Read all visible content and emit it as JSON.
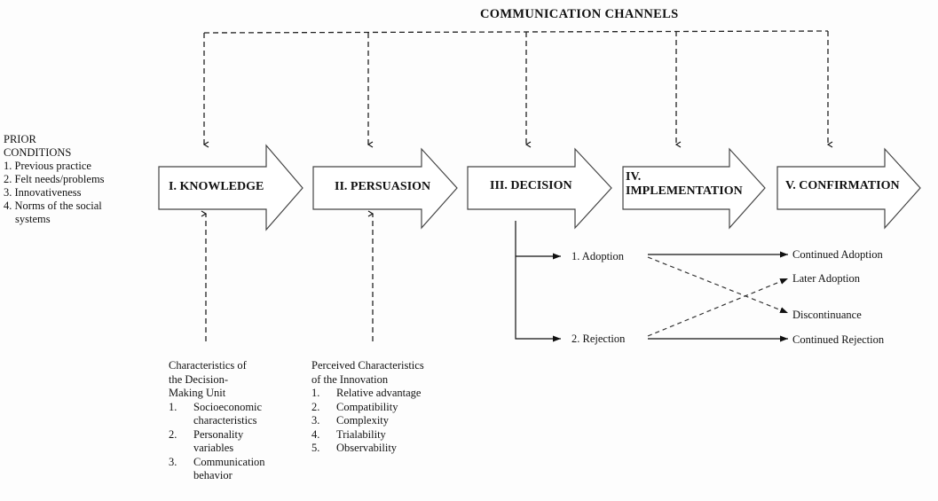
{
  "title": "COMMUNICATION CHANNELS",
  "prior_conditions": {
    "heading_lines": [
      "PRIOR",
      "CONDITIONS"
    ],
    "items": [
      "1. Previous practice",
      "2. Felt needs/problems",
      "3. Innovativeness",
      "4. Norms of the social",
      "systems"
    ]
  },
  "stages": [
    {
      "label_lines": [
        "I. KNOWLEDGE"
      ]
    },
    {
      "label_lines": [
        "II. PERSUASION"
      ]
    },
    {
      "label_lines": [
        "III. DECISION"
      ]
    },
    {
      "label_lines": [
        "IV.",
        "IMPLEMENTATION"
      ]
    },
    {
      "label_lines": [
        "V. CONFIRMATION"
      ]
    }
  ],
  "decision_unit": {
    "heading_lines": [
      "Characteristics of",
      "the Decision-",
      "Making Unit"
    ],
    "items": [
      {
        "num": "1.",
        "lines": [
          "Socioeconomic",
          "characteristics"
        ]
      },
      {
        "num": "2.",
        "lines": [
          "Personality",
          "variables"
        ]
      },
      {
        "num": "3.",
        "lines": [
          "Communication",
          "behavior"
        ]
      }
    ]
  },
  "innovation": {
    "heading_lines": [
      "Perceived Characteristics",
      "of the Innovation"
    ],
    "items": [
      {
        "num": "1.",
        "text": "Relative advantage"
      },
      {
        "num": "2.",
        "text": "Compatibility"
      },
      {
        "num": "3.",
        "text": "Complexity"
      },
      {
        "num": "4.",
        "text": "Trialability"
      },
      {
        "num": "5.",
        "text": "Observability"
      }
    ]
  },
  "decisions": {
    "adoption": "1. Adoption",
    "rejection": "2. Rejection"
  },
  "outcomes": {
    "continued_adoption": "Continued Adoption",
    "later_adoption": "Later Adoption",
    "discontinuance": "Discontinuance",
    "continued_rejection": "Continued Rejection"
  }
}
